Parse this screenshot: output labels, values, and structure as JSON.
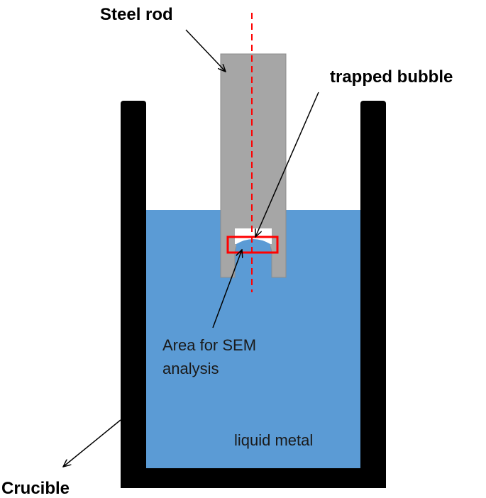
{
  "labels": {
    "steel_rod": "Steel rod",
    "trapped_bubble": "trapped bubble",
    "sem_area_line1": "Area for SEM",
    "sem_area_line2": "analysis",
    "liquid_metal": "liquid metal",
    "crucible": "Crucible"
  },
  "colors": {
    "liquid_metal": "#5b9bd5",
    "crucible": "#000000",
    "steel_rod": "#a6a6a6",
    "steel_rod_border": "#8c8c8c",
    "centerline": "#ff0000",
    "sem_box": "#ff0000",
    "bubble": "#ffffff",
    "arrow": "#000000"
  }
}
